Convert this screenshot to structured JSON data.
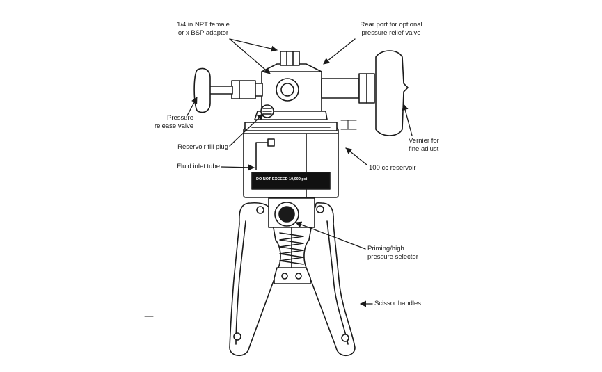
{
  "labels": {
    "adaptor": {
      "line1": "1/4 in NPT female",
      "line2": "or x BSP adaptor"
    },
    "rear_port": {
      "line1": "Rear port for optional",
      "line2": "pressure relief valve"
    },
    "release_valve": {
      "line1": "Pressure",
      "line2": "release valve"
    },
    "fill_plug": "Reservoir fill plug",
    "inlet_tube": "Fluid inlet tube",
    "vernier": {
      "line1": "Vernier for",
      "line2": "fine adjust"
    },
    "reservoir": "100 cc reservoir",
    "selector": {
      "line1": "Priming/high",
      "line2": "pressure selector"
    },
    "handles": "Scissor handles"
  },
  "warning_plate": "DO NOT EXCEED 10,000 psi",
  "colors": {
    "ink": "#1a1a1a",
    "fill": "#ffffff",
    "plate": "#111111"
  }
}
